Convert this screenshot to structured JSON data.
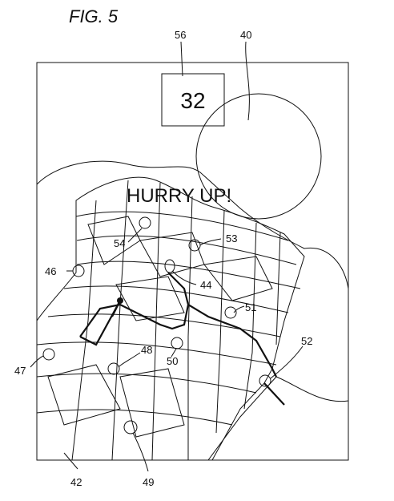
{
  "figure": {
    "title": "FIG. 5"
  },
  "display": {
    "timer_value": "32",
    "message": "HURRY UP!"
  },
  "reference_numerals": {
    "n56": "56",
    "n40": "40",
    "n54": "54",
    "n53": "53",
    "n46": "46",
    "n44": "44",
    "n51": "51",
    "n52": "52",
    "n48": "48",
    "n50": "50",
    "n47": "47",
    "n42": "42",
    "n49": "49"
  }
}
